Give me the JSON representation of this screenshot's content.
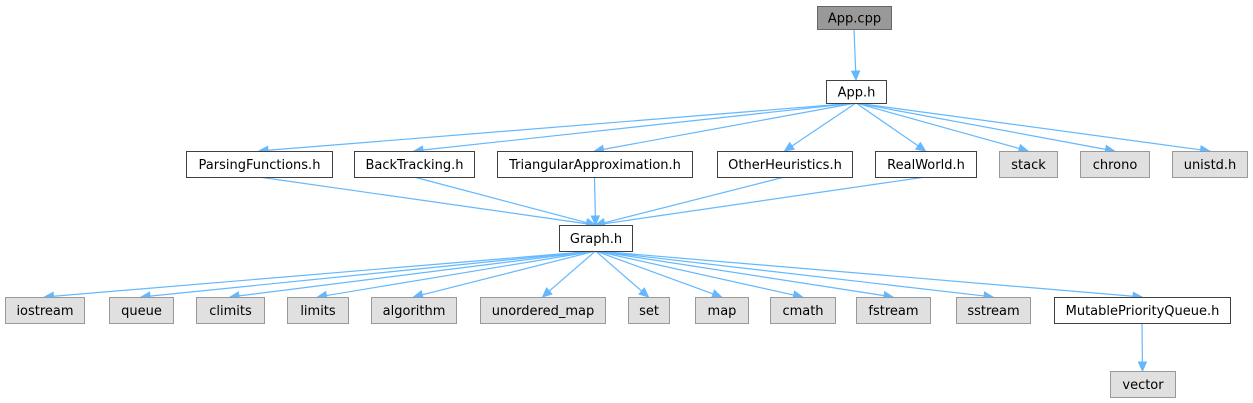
{
  "diagram": {
    "nodes": [
      {
        "id": "app_cpp",
        "label": "App.cpp",
        "kind": "root"
      },
      {
        "id": "app_h",
        "label": "App.h",
        "kind": "local"
      },
      {
        "id": "parsing",
        "label": "ParsingFunctions.h",
        "kind": "local"
      },
      {
        "id": "backtracking",
        "label": "BackTracking.h",
        "kind": "local"
      },
      {
        "id": "triangular",
        "label": "TriangularApproximation.h",
        "kind": "local"
      },
      {
        "id": "otherheur",
        "label": "OtherHeuristics.h",
        "kind": "local"
      },
      {
        "id": "realworld",
        "label": "RealWorld.h",
        "kind": "local"
      },
      {
        "id": "stack",
        "label": "stack",
        "kind": "system"
      },
      {
        "id": "chrono",
        "label": "chrono",
        "kind": "system"
      },
      {
        "id": "unistd",
        "label": "unistd.h",
        "kind": "system"
      },
      {
        "id": "graph_h",
        "label": "Graph.h",
        "kind": "local"
      },
      {
        "id": "iostream",
        "label": "iostream",
        "kind": "system"
      },
      {
        "id": "queue",
        "label": "queue",
        "kind": "system"
      },
      {
        "id": "climits",
        "label": "climits",
        "kind": "system"
      },
      {
        "id": "limits",
        "label": "limits",
        "kind": "system"
      },
      {
        "id": "algorithm",
        "label": "algorithm",
        "kind": "system"
      },
      {
        "id": "unordered_map",
        "label": "unordered_map",
        "kind": "system"
      },
      {
        "id": "set",
        "label": "set",
        "kind": "system"
      },
      {
        "id": "map",
        "label": "map",
        "kind": "system"
      },
      {
        "id": "cmath",
        "label": "cmath",
        "kind": "system"
      },
      {
        "id": "fstream",
        "label": "fstream",
        "kind": "system"
      },
      {
        "id": "sstream",
        "label": "sstream",
        "kind": "system"
      },
      {
        "id": "mpq",
        "label": "MutablePriorityQueue.h",
        "kind": "local"
      },
      {
        "id": "vector",
        "label": "vector",
        "kind": "system"
      }
    ],
    "edges": [
      [
        "app_cpp",
        "app_h"
      ],
      [
        "app_h",
        "parsing"
      ],
      [
        "app_h",
        "backtracking"
      ],
      [
        "app_h",
        "triangular"
      ],
      [
        "app_h",
        "otherheur"
      ],
      [
        "app_h",
        "realworld"
      ],
      [
        "app_h",
        "stack"
      ],
      [
        "app_h",
        "chrono"
      ],
      [
        "app_h",
        "unistd"
      ],
      [
        "parsing",
        "graph_h"
      ],
      [
        "backtracking",
        "graph_h"
      ],
      [
        "triangular",
        "graph_h"
      ],
      [
        "otherheur",
        "graph_h"
      ],
      [
        "realworld",
        "graph_h"
      ],
      [
        "graph_h",
        "iostream"
      ],
      [
        "graph_h",
        "queue"
      ],
      [
        "graph_h",
        "climits"
      ],
      [
        "graph_h",
        "limits"
      ],
      [
        "graph_h",
        "algorithm"
      ],
      [
        "graph_h",
        "unordered_map"
      ],
      [
        "graph_h",
        "set"
      ],
      [
        "graph_h",
        "map"
      ],
      [
        "graph_h",
        "cmath"
      ],
      [
        "graph_h",
        "fstream"
      ],
      [
        "graph_h",
        "sstream"
      ],
      [
        "graph_h",
        "mpq"
      ],
      [
        "mpq",
        "vector"
      ]
    ],
    "colors": {
      "edge": "#63b8ff",
      "root_fill": "#999999",
      "system_fill": "#e0e0e0",
      "local_fill": "#ffffff"
    }
  }
}
